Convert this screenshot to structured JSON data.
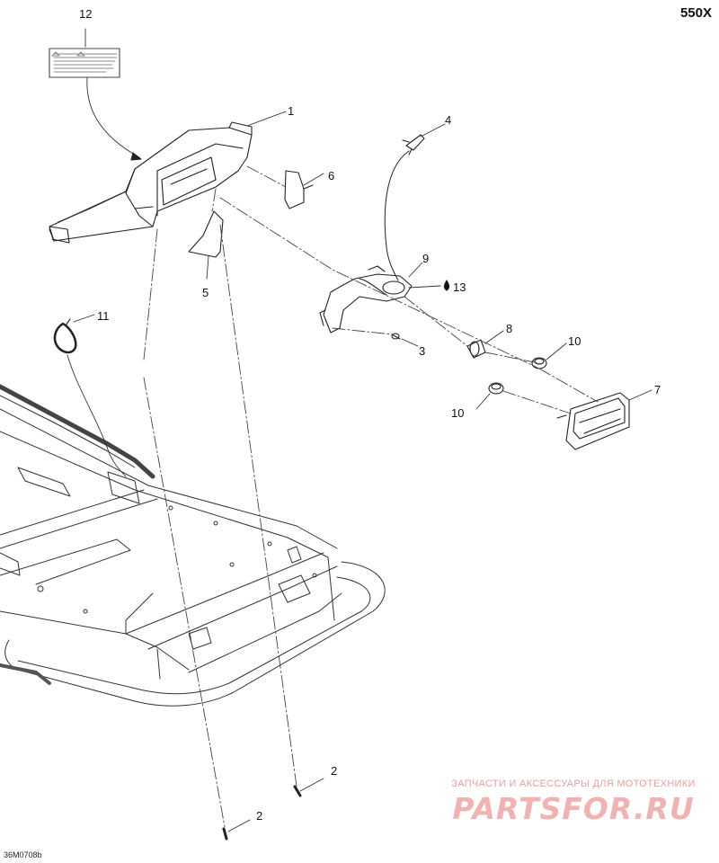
{
  "model": "550X",
  "drawing_code": "36M0708b",
  "watermark": {
    "line1": "ЗАПЧАСТИ И АКСЕССУАРЫ ДЛЯ МОТОТЕХНИКИ",
    "logo": "PARTSFOR.RU"
  },
  "callouts": {
    "c1": "1",
    "c2a": "2",
    "c2b": "2",
    "c3": "3",
    "c4": "4",
    "c5": "5",
    "c6": "6",
    "c7": "7",
    "c8": "8",
    "c9": "9",
    "c10a": "10",
    "c10b": "10",
    "c11": "11",
    "c12": "12",
    "c13": "13"
  },
  "colors": {
    "line": "#222222",
    "watermark": "#f1b2b2"
  }
}
